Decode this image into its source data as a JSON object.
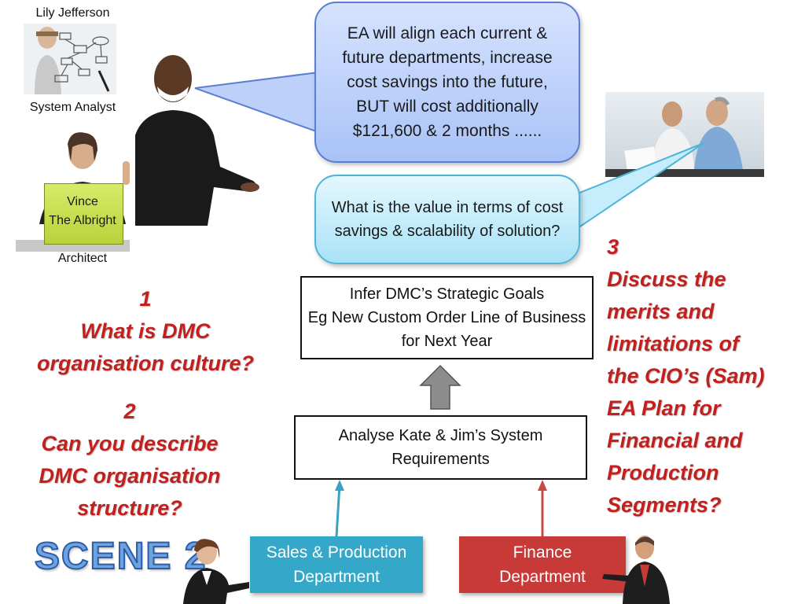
{
  "people": {
    "lily_name": "Lily Jefferson",
    "lily_role": "System Analyst",
    "vince_screen": "Vince\nThe Albright",
    "vince_role": "Architect"
  },
  "bubbles": {
    "ea_statement": "EA will align each current & future departments, increase cost savings into the future, BUT will cost additionally $121,600 & 2 months ......",
    "value_question": "What is the value in terms of cost savings & scalability of solution?"
  },
  "flow": {
    "goals_box": "Infer DMC’s Strategic Goals\nEg New Custom Order Line of Business for Next Year",
    "requirements_box": "Analyse Kate & Jim’s System\nRequirements",
    "sales_dept": "Sales & Production\nDepartment",
    "finance_dept": "Finance\nDepartment"
  },
  "questions": {
    "q1": "1\nWhat is DMC\norganisation culture?",
    "q2": "2\nCan you describe\nDMC organisation\nstructure?",
    "q3": "3\nDiscuss the\nmerits and\nlimitations of\nthe CIO’s (Sam)\nEA Plan for\nFinancial and\nProduction\nSegments?"
  },
  "scene_title": "SCENE 2",
  "colors": {
    "question_red": "#c0201e",
    "sales_blue": "#35a8c9",
    "finance_red": "#c83a37",
    "bubble_blue": "#a9c2f7",
    "bubble_cyan": "#a8e2f6"
  }
}
